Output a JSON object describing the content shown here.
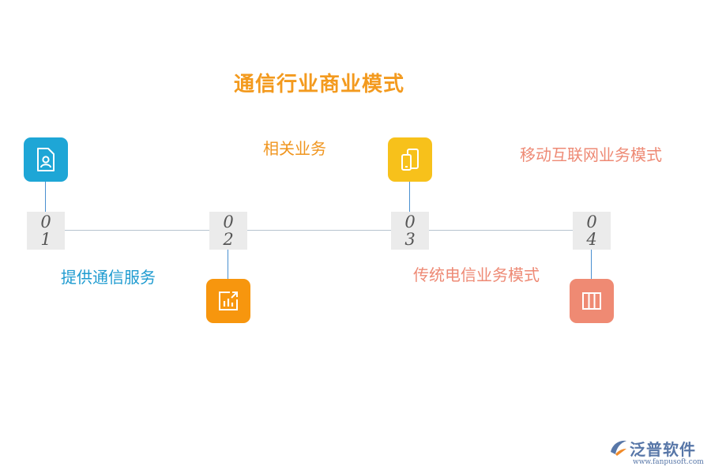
{
  "title": "通信行业商业模式",
  "steps": [
    {
      "num_first": "0",
      "num_second": "1",
      "label": "提供通信服务",
      "icon": "user-document-icon",
      "color": "#1ea6d6",
      "label_color": "#1e9bd0"
    },
    {
      "num_first": "0",
      "num_second": "2",
      "label": "相关业务",
      "icon": "bar-chart-export-icon",
      "color": "#f7960e",
      "label_color": "#f0951e"
    },
    {
      "num_first": "0",
      "num_second": "3",
      "label": "传统电信业务模式",
      "icon": "tablet-icon",
      "color": "#f7c11b",
      "label_color": "#ee8a75"
    },
    {
      "num_first": "0",
      "num_second": "4",
      "label": "移动互联网业务模式",
      "icon": "columns-icon",
      "color": "#ef8a73",
      "label_color": "#ee8a75"
    }
  ],
  "brand": {
    "name": "泛普软件",
    "url": "www.fanpusoft.com",
    "icon": "fanpu-logo-icon"
  }
}
